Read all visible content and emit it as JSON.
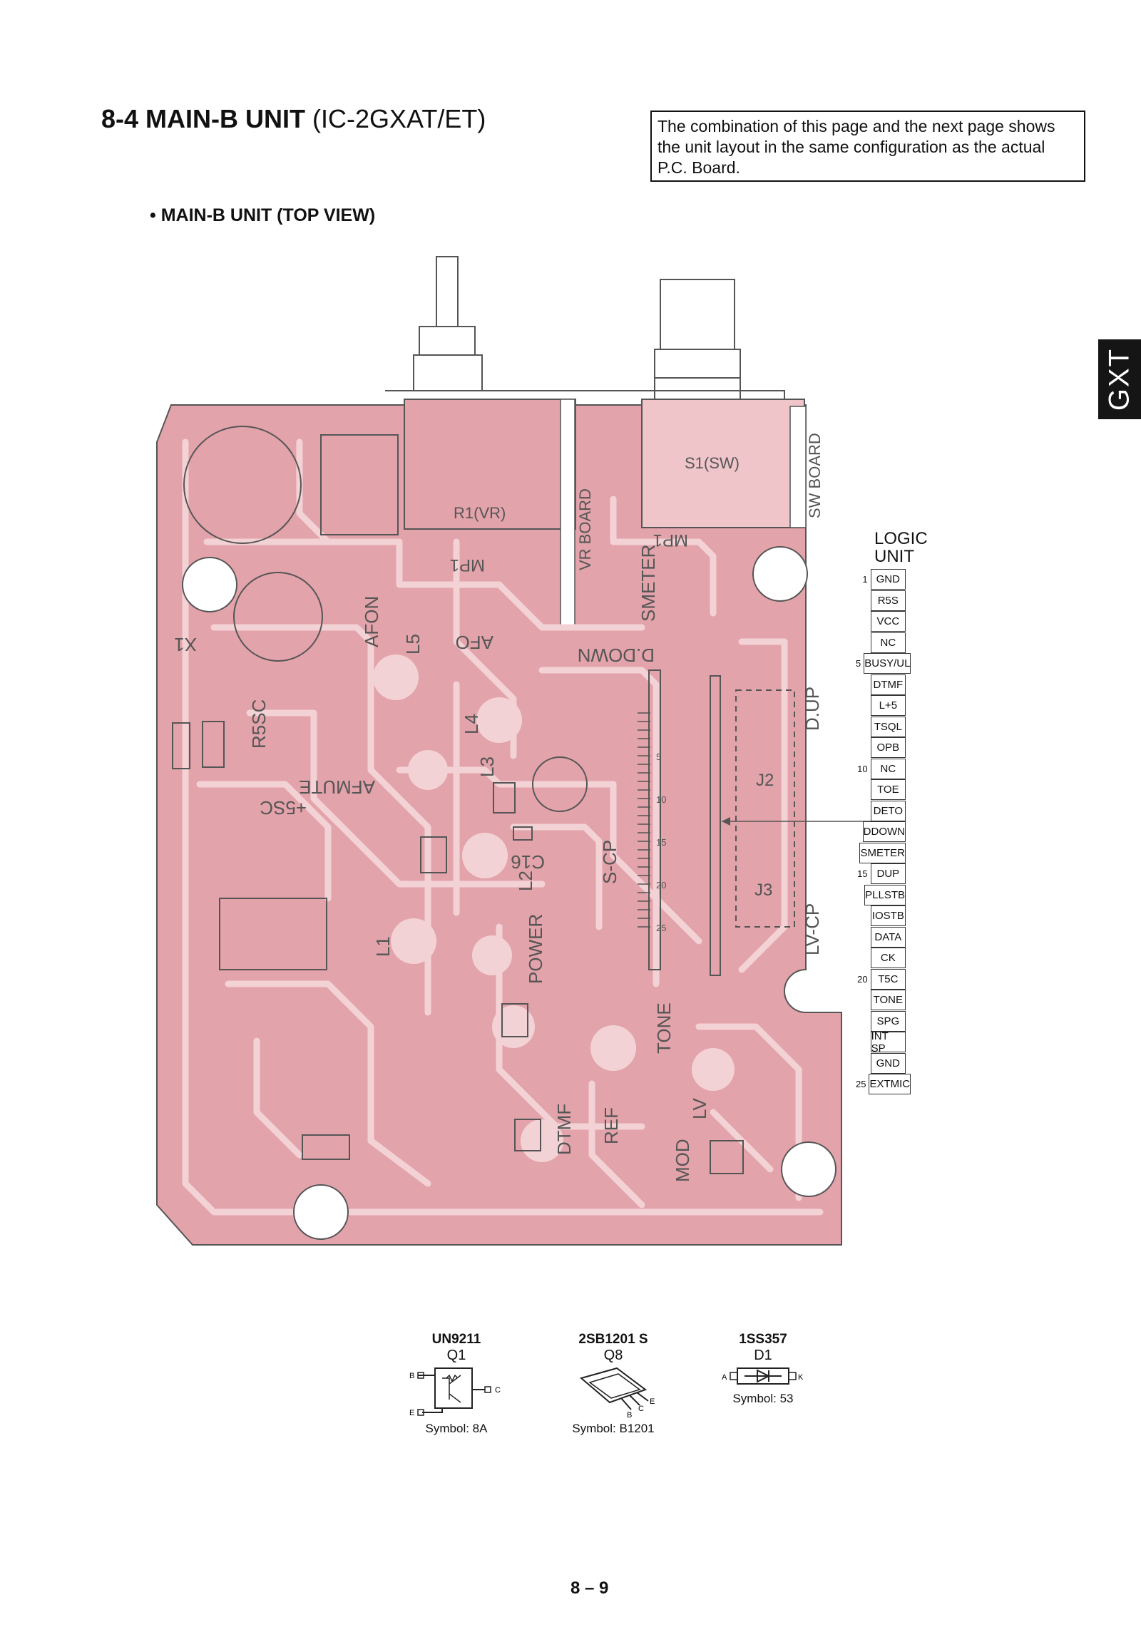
{
  "header": {
    "section": "8-4",
    "title": "MAIN-B UNIT",
    "model": "(IC-2GXAT/ET)"
  },
  "note": {
    "lines": [
      "The combination of this page and the next page shows",
      "the unit layout in the same configuration as the actual",
      "P.C. Board."
    ]
  },
  "side_tab": "GXT",
  "view_title": "• MAIN-B UNIT (TOP VIEW)",
  "board_labels": {
    "r1": "R1(VR)",
    "vr_board": "VR BOARD",
    "s1": "S1(SW)",
    "sw_board": "SW BOARD",
    "mp1a": "MP1",
    "mp1b": "MP1",
    "x1": "X1",
    "afon": "AFON",
    "l5": "L5",
    "afo": "AFO",
    "smeter": "SMETER",
    "ddown": "D.DOWN",
    "r5sc": "R5SC",
    "l4": "L4",
    "l3": "L3",
    "afmute": "AFMUTE",
    "t5sc": "+5SC",
    "c16": "C16",
    "scp": "S-CP",
    "l2": "L2",
    "l1": "L1",
    "power": "POWER",
    "dup": "D.UP",
    "j2": "J2",
    "j3": "J3",
    "lvcp": "LV-CP",
    "tone": "TONE",
    "dtmf": "DTMF",
    "ref": "REF",
    "lv": "LV",
    "mod": "MOD",
    "n5": "5",
    "n10": "10",
    "n15": "15",
    "n20": "20",
    "n25": "25"
  },
  "logic_unit": {
    "title_line1": "LOGIC",
    "title_line2": "UNIT",
    "pins": [
      {
        "num": "1",
        "label": "GND"
      },
      {
        "num": "",
        "label": "R5S"
      },
      {
        "num": "",
        "label": "VCC"
      },
      {
        "num": "",
        "label": "NC"
      },
      {
        "num": "5",
        "label": "BUSY/UL"
      },
      {
        "num": "",
        "label": "DTMF"
      },
      {
        "num": "",
        "label": "L+5"
      },
      {
        "num": "",
        "label": "TSQL"
      },
      {
        "num": "",
        "label": "OPB"
      },
      {
        "num": "10",
        "label": "NC"
      },
      {
        "num": "",
        "label": "TOE"
      },
      {
        "num": "",
        "label": "DETO"
      },
      {
        "num": "",
        "label": "DDOWN"
      },
      {
        "num": "",
        "label": "SMETER"
      },
      {
        "num": "15",
        "label": "DUP"
      },
      {
        "num": "",
        "label": "PLLSTB"
      },
      {
        "num": "",
        "label": "IOSTB"
      },
      {
        "num": "",
        "label": "DATA"
      },
      {
        "num": "",
        "label": "CK"
      },
      {
        "num": "20",
        "label": "T5C"
      },
      {
        "num": "",
        "label": "TONE"
      },
      {
        "num": "",
        "label": "SPG"
      },
      {
        "num": "",
        "label": "INT SP"
      },
      {
        "num": "",
        "label": "GND"
      },
      {
        "num": "25",
        "label": "EXTMIC"
      }
    ]
  },
  "components": [
    {
      "part": "UN9211",
      "ref": "Q1",
      "symbol": "Symbol: 8A",
      "pins": {
        "b": "B",
        "c": "C",
        "e": "E"
      }
    },
    {
      "part": "2SB1201 S",
      "ref": "Q8",
      "symbol": "Symbol: B1201",
      "pins": {
        "b": "B",
        "c": "C",
        "e": "E"
      }
    },
    {
      "part": "1SS357",
      "ref": "D1",
      "symbol": "Symbol: 53",
      "pins": {
        "a": "A",
        "k": "K"
      }
    }
  ],
  "page_number": "8 – 9",
  "colors": {
    "board_fill": "#e3a3ab",
    "trace": "#f3d2d6",
    "outline": "#555555",
    "tab_bg": "#151515"
  }
}
